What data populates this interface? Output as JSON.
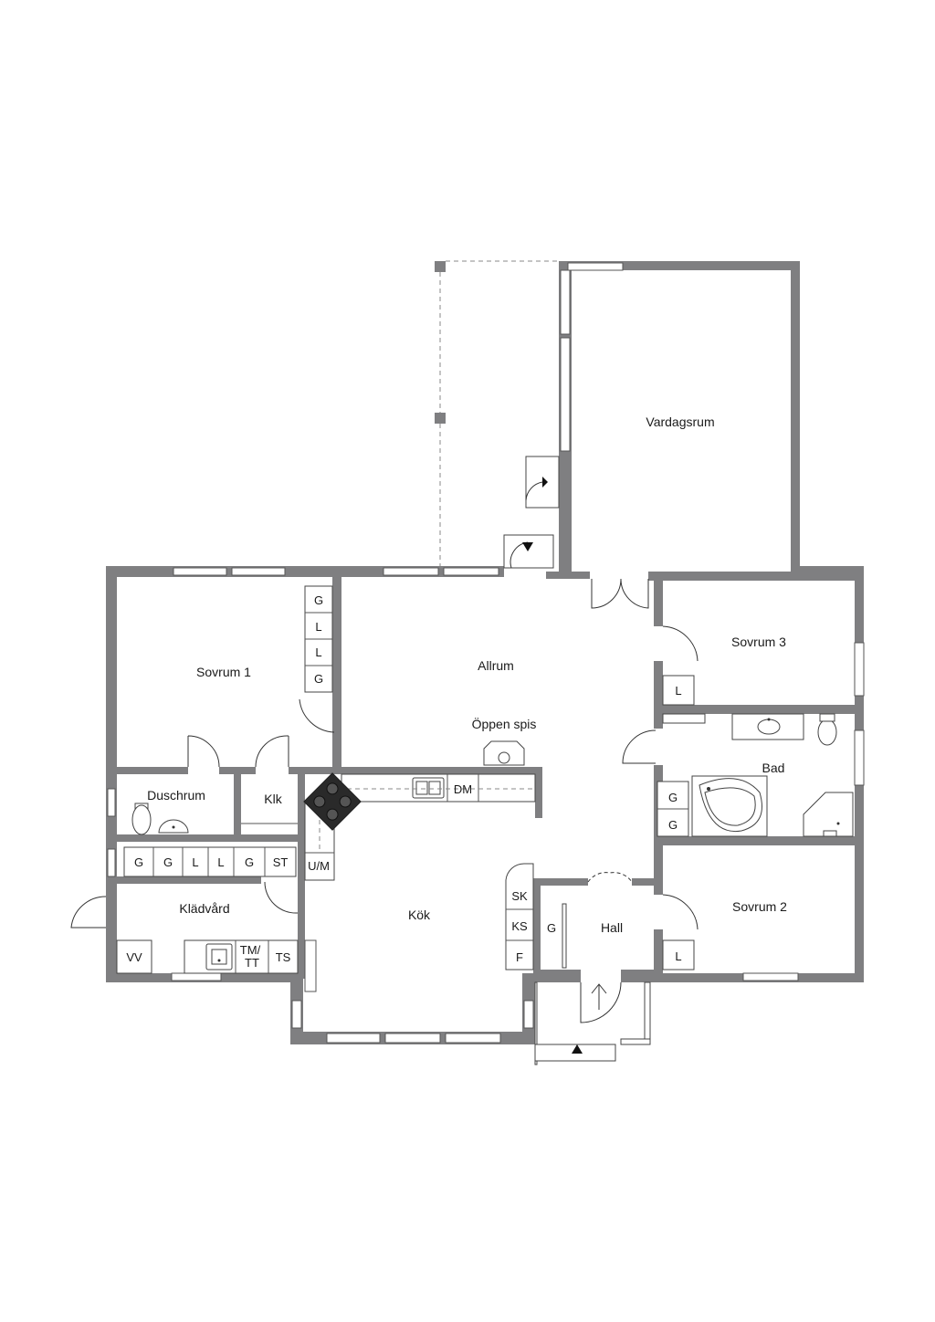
{
  "rooms": {
    "vardagsrum": "Vardagsrum",
    "allrum": "Allrum",
    "oppen_spis": "Öppen spis",
    "sovrum1": "Sovrum 1",
    "sovrum2": "Sovrum 2",
    "sovrum3": "Sovrum 3",
    "bad": "Bad",
    "duschrum": "Duschrum",
    "klk": "Klk",
    "kladvard": "Klädvård",
    "kok": "Kök",
    "hall": "Hall"
  },
  "codes": {
    "sovrum1_closets": [
      "G",
      "L",
      "L",
      "G"
    ],
    "kladvard_closets": [
      "G",
      "G",
      "L",
      "L",
      "G",
      "ST"
    ],
    "vv": "VV",
    "tm_tt_top": "TM/",
    "tm_tt_bottom": "TT",
    "ts": "TS",
    "um": "U/M",
    "dm": "DM",
    "hall_closets": [
      "SK",
      "KS",
      "F"
    ],
    "hall_g": "G",
    "bad_closets": [
      "G",
      "G"
    ],
    "sovrum3_l": "L",
    "sovrum2_l": "L"
  },
  "colors": {
    "wall": "#7f7f81",
    "background": "#ffffff",
    "line": "#444444"
  }
}
